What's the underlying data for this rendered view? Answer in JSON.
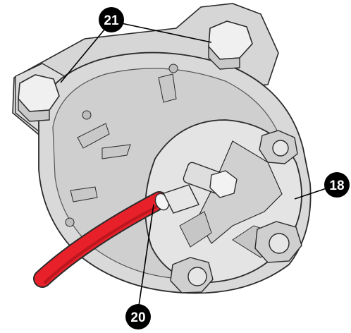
{
  "colors": {
    "housing": "#d9d9d9",
    "housing_dark": "#a6a6a6",
    "face": "#e4e4e4",
    "outline": "#2b2b2b",
    "cable": "#e8202a",
    "cable_dark": "#9e1118",
    "callout_fill": "#000000",
    "callout_text": "#ffffff"
  },
  "callouts": [
    {
      "id": "c21",
      "label": "21",
      "target": "housing-mounting-bolts"
    },
    {
      "id": "c18",
      "label": "18",
      "target": "starter-motor-end-cover"
    },
    {
      "id": "c20",
      "label": "20",
      "target": "red-power-cable-terminal"
    }
  ],
  "parts": {
    "bolt_icon": "hex-bolt-icon",
    "cable_icon": "cable-icon",
    "nut_icon": "hex-nut-icon"
  }
}
